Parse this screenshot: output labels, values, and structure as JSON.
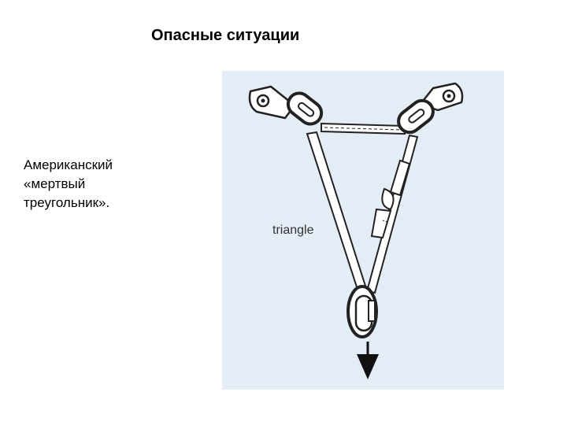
{
  "slide": {
    "title": "Опасные ситуации",
    "caption_lines": [
      "Американский",
      "«мертвый",
      "треугольник»."
    ]
  },
  "figure": {
    "label": "triangle",
    "background_color": "#e4edf6",
    "line_color": "#222222"
  }
}
